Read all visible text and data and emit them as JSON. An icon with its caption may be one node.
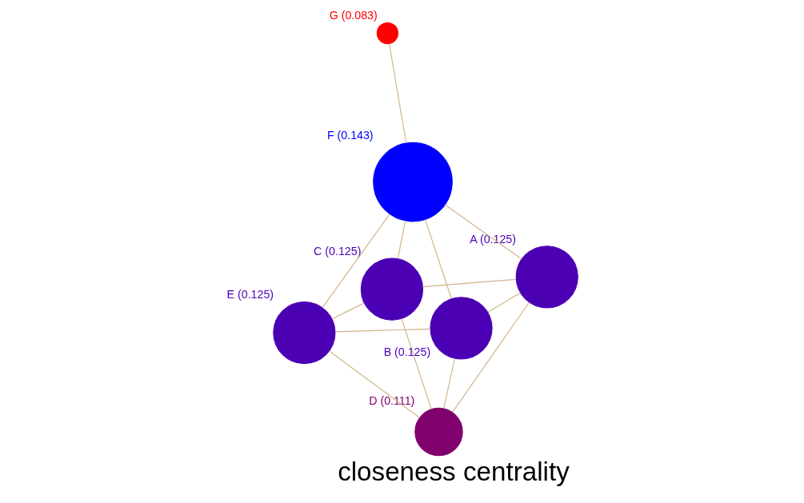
{
  "diagram": {
    "title": "closeness centrality",
    "nodes": [
      {
        "text": [],
        "shape": "circle",
        "beside": [
          "C (0.125)"
        ]
      },
      {
        "text": [],
        "shape": "circle",
        "beside": [
          "A (0.125)"
        ]
      },
      {
        "text": [],
        "shape": "circle",
        "beside": [
          "D (0.111)"
        ]
      },
      {
        "text": [],
        "shape": "circle",
        "beside": [
          "G (0.083)"
        ]
      },
      {
        "text": [],
        "shape": "circle",
        "beside": [
          "F (0.143)"
        ]
      },
      {
        "text": [],
        "shape": "circle",
        "beside": [
          "B (0.125)"
        ]
      },
      {
        "text": [],
        "shape": "circle",
        "beside": [
          "E (0.125)"
        ]
      }
    ],
    "edges": [
      {
        "from": 0,
        "to": 4,
        "arrow": "none"
      },
      {
        "from": 0,
        "to": 1,
        "arrow": "none"
      },
      {
        "from": 0,
        "to": 2,
        "arrow": "none"
      },
      {
        "from": 0,
        "to": 6,
        "arrow": "none"
      },
      {
        "from": 1,
        "to": 4,
        "arrow": "none"
      },
      {
        "from": 1,
        "to": 2,
        "arrow": "none"
      },
      {
        "from": 1,
        "to": 5,
        "arrow": "none"
      },
      {
        "from": 4,
        "to": 5,
        "arrow": "none"
      },
      {
        "from": 5,
        "to": 2,
        "arrow": "none"
      },
      {
        "from": 5,
        "to": 6,
        "arrow": "none"
      },
      {
        "from": 2,
        "to": 6,
        "arrow": "none"
      },
      {
        "from": 3,
        "to": 4,
        "arrow": "none"
      },
      {
        "from": 4,
        "to": 6,
        "arrow": "none"
      }
    ]
  }
}
